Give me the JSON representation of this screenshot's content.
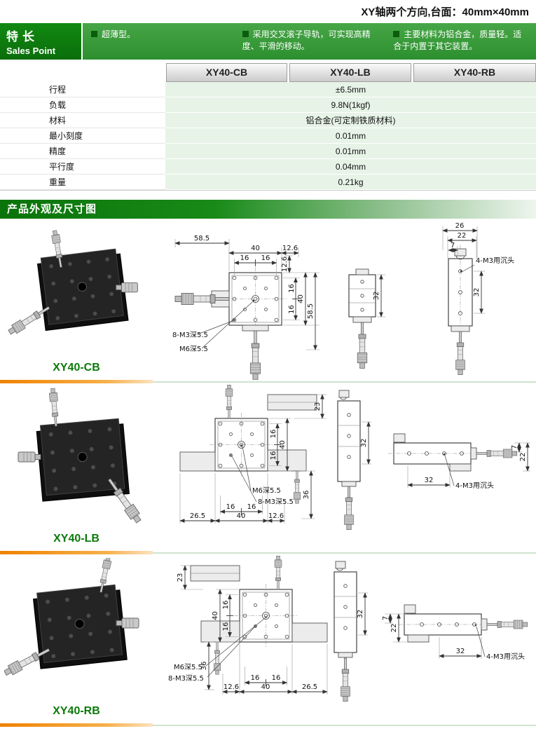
{
  "page": {
    "top_note": "XY轴两个方向,台面：40mm×40mm"
  },
  "sales_point": {
    "title_cn": "特长",
    "title_en": "Sales Point",
    "bullets": [
      "超薄型。",
      "采用交叉滚子导轨，可实现高精度、平滑的移动。",
      "主要材料为铝合金，质量轻。适合于内置于其它装置。"
    ]
  },
  "spec_table": {
    "columns": [
      "XY40-CB",
      "XY40-LB",
      "XY40-RB"
    ],
    "rows": [
      {
        "label": "行程",
        "value": "±6.5mm"
      },
      {
        "label": "负载",
        "value": "9.8N(1kgf)"
      },
      {
        "label": "材料",
        "value": "铝合金(可定制铁质材料)"
      },
      {
        "label": "最小刻度",
        "value": "0.01mm"
      },
      {
        "label": "精度",
        "value": "0.01mm"
      },
      {
        "label": "平行度",
        "value": "0.04mm"
      },
      {
        "label": "重量",
        "value": "0.21kg"
      }
    ]
  },
  "section_header": "产品外观及尺寸图",
  "products": [
    {
      "name": "XY40-CB",
      "dims": {
        "top_overall": "58.5",
        "top_table": "40",
        "pitch_a": "16",
        "pitch_b": "16",
        "top_offset": "12.6",
        "right_offset": "12.6",
        "right_pitch_a": "16",
        "right_pitch_b": "16",
        "right_table": "40",
        "right_overall": "58.5",
        "note_m3": "8-M3深5.5",
        "note_m6": "M6深5.5",
        "side_height": "32",
        "rv_w1": "26",
        "rv_w2": "22",
        "rv_w3": "7",
        "rv_note": "4-M3用沉头",
        "rv_height": "32"
      }
    },
    {
      "name": "XY40-LB",
      "dims": {
        "top_offset": "23",
        "right_pitch_a": "16",
        "right_pitch_b": "16",
        "right_table": "40",
        "below": "36",
        "bottom_left": "26.5",
        "bottom_pitch_a": "16",
        "bottom_pitch_b": "16",
        "bottom_table": "40",
        "bottom_right": "12.6",
        "note_m6": "M6深5.5",
        "note_m3": "8-M3深5.5",
        "side_height": "32",
        "rv_h1": "7",
        "rv_h2": "22",
        "rv_width": "32",
        "rv_note": "4-M3用沉头"
      }
    },
    {
      "name": "XY40-RB",
      "dims": {
        "top_offset": "23",
        "left_table": "40",
        "left_pitch_a": "16",
        "left_pitch_b": "16",
        "below": "36",
        "bottom_left": "12.6",
        "bottom_pitch_a": "16",
        "bottom_pitch_b": "16",
        "bottom_table": "40",
        "bottom_right": "26.5",
        "note_m6": "M6深5.5",
        "note_m3": "8-M3深5.5",
        "side_height": "32",
        "rv_h1": "7",
        "rv_h2": "22",
        "rv_width": "32",
        "rv_note": "4-M3用沉头"
      }
    }
  ]
}
